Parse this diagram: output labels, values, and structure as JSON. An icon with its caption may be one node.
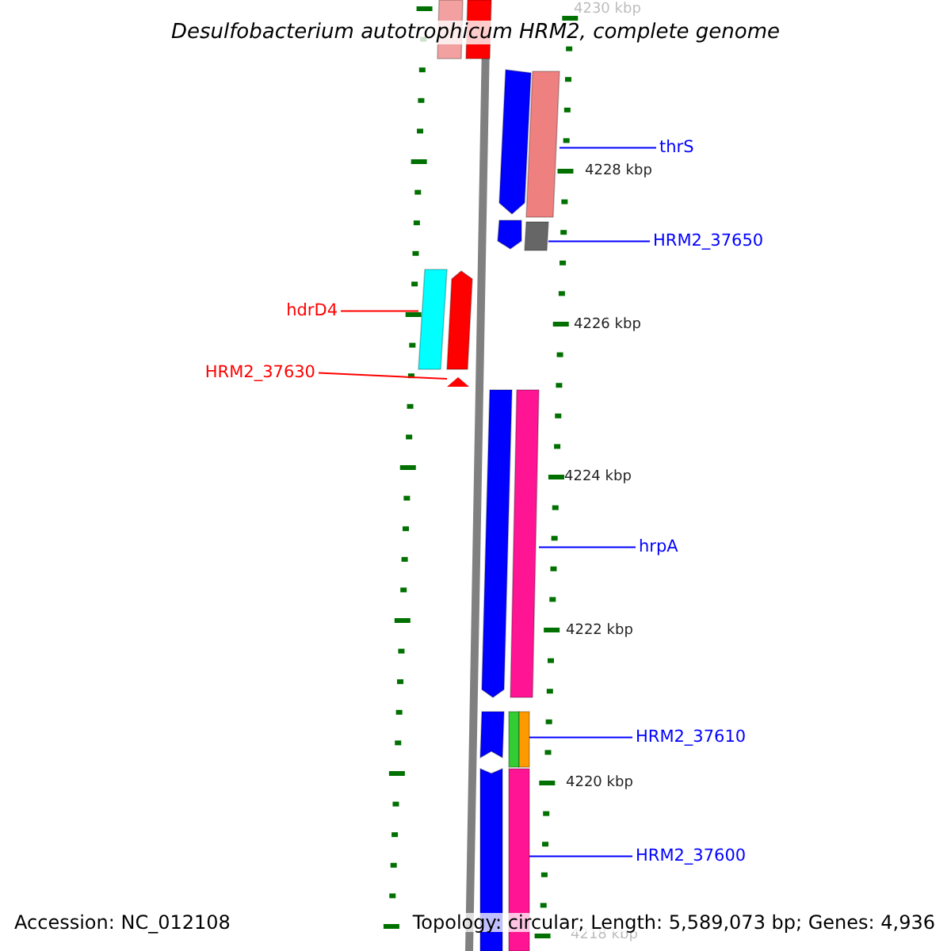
{
  "diagram": {
    "title": "Desulfobacterium autotrophicum HRM2, complete genome",
    "nodes": [
      {
        "text": [
          "thrS"
        ]
      },
      {
        "text": [],
        "shape": "bar"
      },
      {
        "text": [
          "HRM2_37650"
        ]
      },
      {
        "text": [],
        "shape": "bar"
      },
      {
        "text": [
          "hdrD4"
        ]
      },
      {
        "text": [],
        "shape": "bar"
      },
      {
        "text": [
          "HRM2_37630"
        ]
      },
      {
        "text": [],
        "shape": "triangle"
      },
      {
        "text": [
          "hrpA"
        ]
      },
      {
        "text": [],
        "shape": "bar"
      },
      {
        "text": [
          "HRM2_37610"
        ]
      },
      {
        "text": [],
        "shape": "bar"
      },
      {
        "text": [
          "HRM2_37600"
        ]
      },
      {
        "text": [],
        "shape": "bar"
      }
    ],
    "edges": [
      {
        "from": 0,
        "to": 1,
        "arrow": "none"
      },
      {
        "from": 2,
        "to": 3,
        "arrow": "none"
      },
      {
        "from": 4,
        "to": 5,
        "arrow": "none",
        "color": "#ff0000"
      },
      {
        "from": 6,
        "to": 7,
        "arrow": "none",
        "color": "#ff0000"
      },
      {
        "from": 8,
        "to": 9,
        "arrow": "none"
      },
      {
        "from": 10,
        "to": 11,
        "arrow": "none"
      },
      {
        "from": 12,
        "to": 13,
        "arrow": "none"
      }
    ],
    "labels": [
      "4230 kbp",
      "4228 kbp",
      "4226 kbp",
      "4224 kbp",
      "4222 kbp",
      "4220 kbp",
      "4218 kbp",
      "Accession: NC_012108",
      "Topology: circular; Length: 5,589,073 bp; Genes: 4,936"
    ]
  }
}
